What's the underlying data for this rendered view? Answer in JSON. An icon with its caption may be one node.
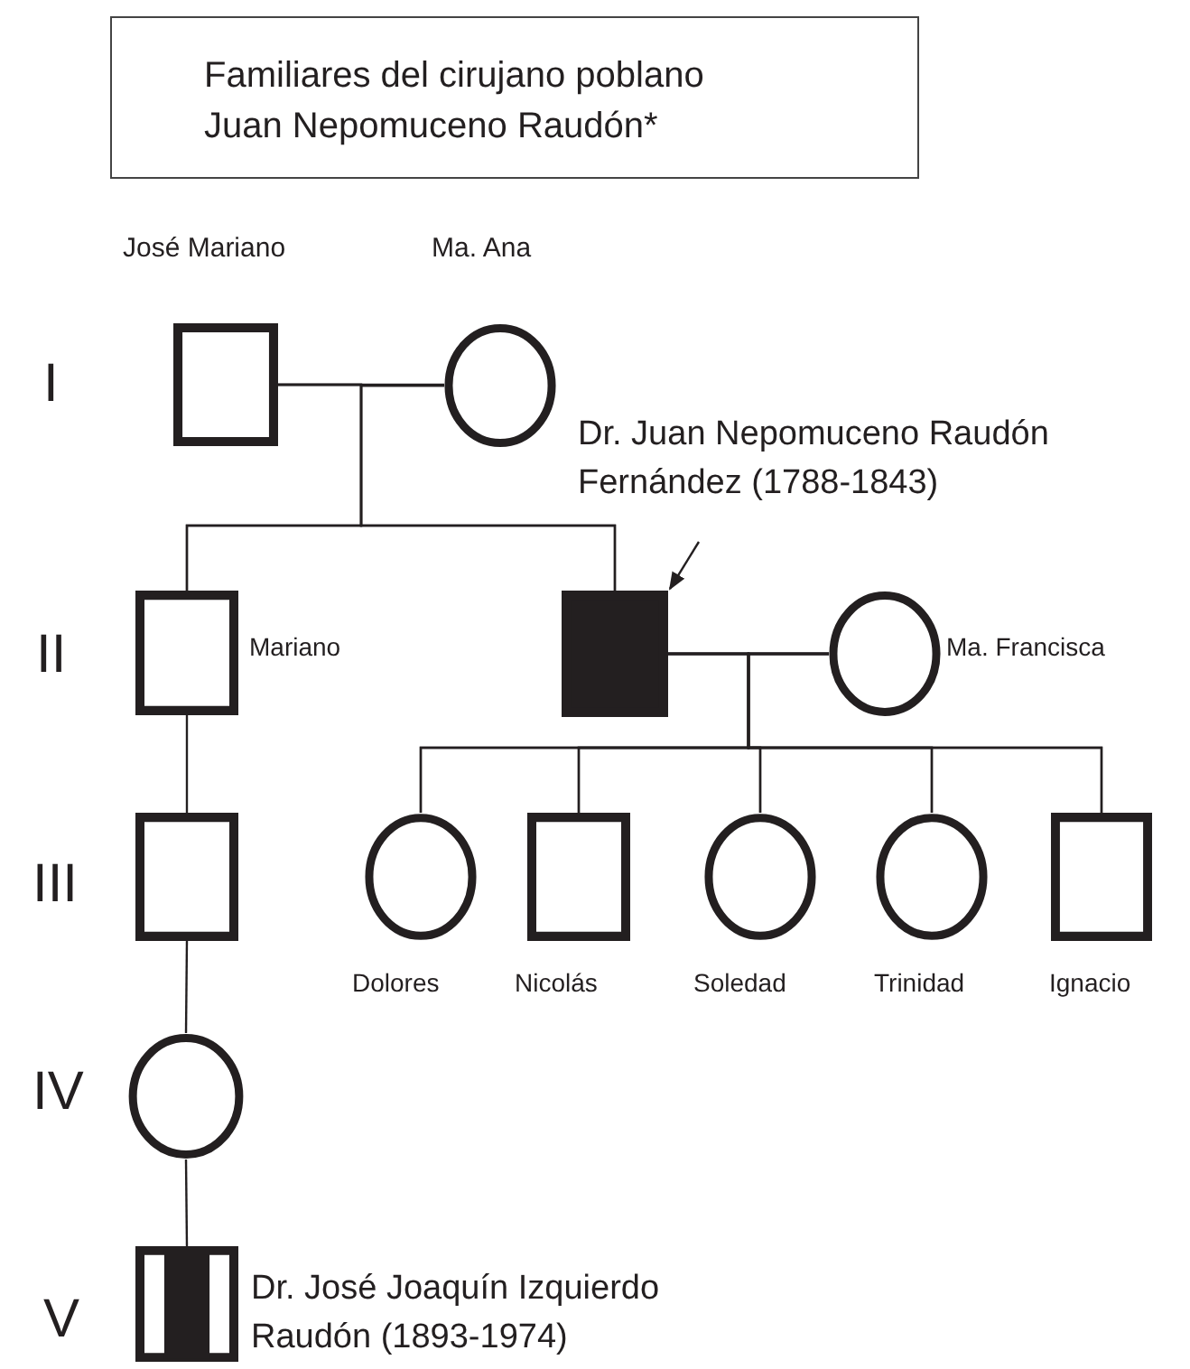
{
  "diagram": {
    "nodes": [
      {
        "text": [
          "Familiares del cirujano poblano Juan Nepomuceno Raudón*"
        ]
      },
      {
        "text": [],
        "shape": "box",
        "beside": [
          "José Mariano"
        ]
      },
      {
        "text": [],
        "shape": "circle",
        "beside": [
          "Ma. Ana"
        ]
      },
      {
        "text": [],
        "shape": "box",
        "beside": [
          "Mariano"
        ]
      },
      {
        "text": [],
        "shape": "box"
      },
      {
        "text": [],
        "shape": "circle",
        "beside": [
          "Ma. Francisca"
        ]
      },
      {
        "text": [],
        "shape": "box"
      },
      {
        "text": [],
        "shape": "circle",
        "beside": [
          "Dolores"
        ]
      },
      {
        "text": [],
        "shape": "box",
        "beside": [
          "Nicolás"
        ]
      },
      {
        "text": [],
        "shape": "circle",
        "beside": [
          "Soledad"
        ]
      },
      {
        "text": [],
        "shape": "circle",
        "beside": [
          "Trinidad"
        ]
      },
      {
        "text": [],
        "shape": "box",
        "beside": [
          "Ignacio"
        ]
      },
      {
        "text": [],
        "shape": "circle"
      },
      {
        "text": [],
        "shape": "box",
        "beside": [
          "Dr. José Joaquín Izquierdo Raudón (1893-1974)"
        ]
      },
      {
        "text": [
          "Dr. Juan Nepomuceno Raudón Fernández (1788-1843)"
        ]
      }
    ],
    "edges": [
      {
        "from": 1,
        "to": 2,
        "arrow": "none"
      },
      {
        "from": 1,
        "to": 3,
        "arrow": "none"
      },
      {
        "from": 2,
        "to": 3,
        "arrow": "none"
      },
      {
        "from": 1,
        "to": 4,
        "arrow": "none"
      },
      {
        "from": 2,
        "to": 4,
        "arrow": "none"
      },
      {
        "from": 4,
        "to": 5,
        "arrow": "none"
      },
      {
        "from": 4,
        "to": 7,
        "arrow": "none"
      },
      {
        "from": 5,
        "to": 7,
        "arrow": "none"
      },
      {
        "from": 4,
        "to": 8,
        "arrow": "none"
      },
      {
        "from": 5,
        "to": 8,
        "arrow": "none"
      },
      {
        "from": 4,
        "to": 9,
        "arrow": "none"
      },
      {
        "from": 5,
        "to": 9,
        "arrow": "none"
      },
      {
        "from": 4,
        "to": 10,
        "arrow": "none"
      },
      {
        "from": 5,
        "to": 10,
        "arrow": "none"
      },
      {
        "from": 4,
        "to": 11,
        "arrow": "none"
      },
      {
        "from": 5,
        "to": 11,
        "arrow": "none"
      },
      {
        "from": 3,
        "to": 6,
        "arrow": "none"
      },
      {
        "from": 6,
        "to": 12,
        "arrow": "none"
      },
      {
        "from": 12,
        "to": 13,
        "arrow": "none"
      },
      {
        "from": 14,
        "to": 4,
        "arrow": "to"
      }
    ],
    "labels": [
      "I",
      "II",
      "III",
      "IV",
      "V"
    ]
  }
}
